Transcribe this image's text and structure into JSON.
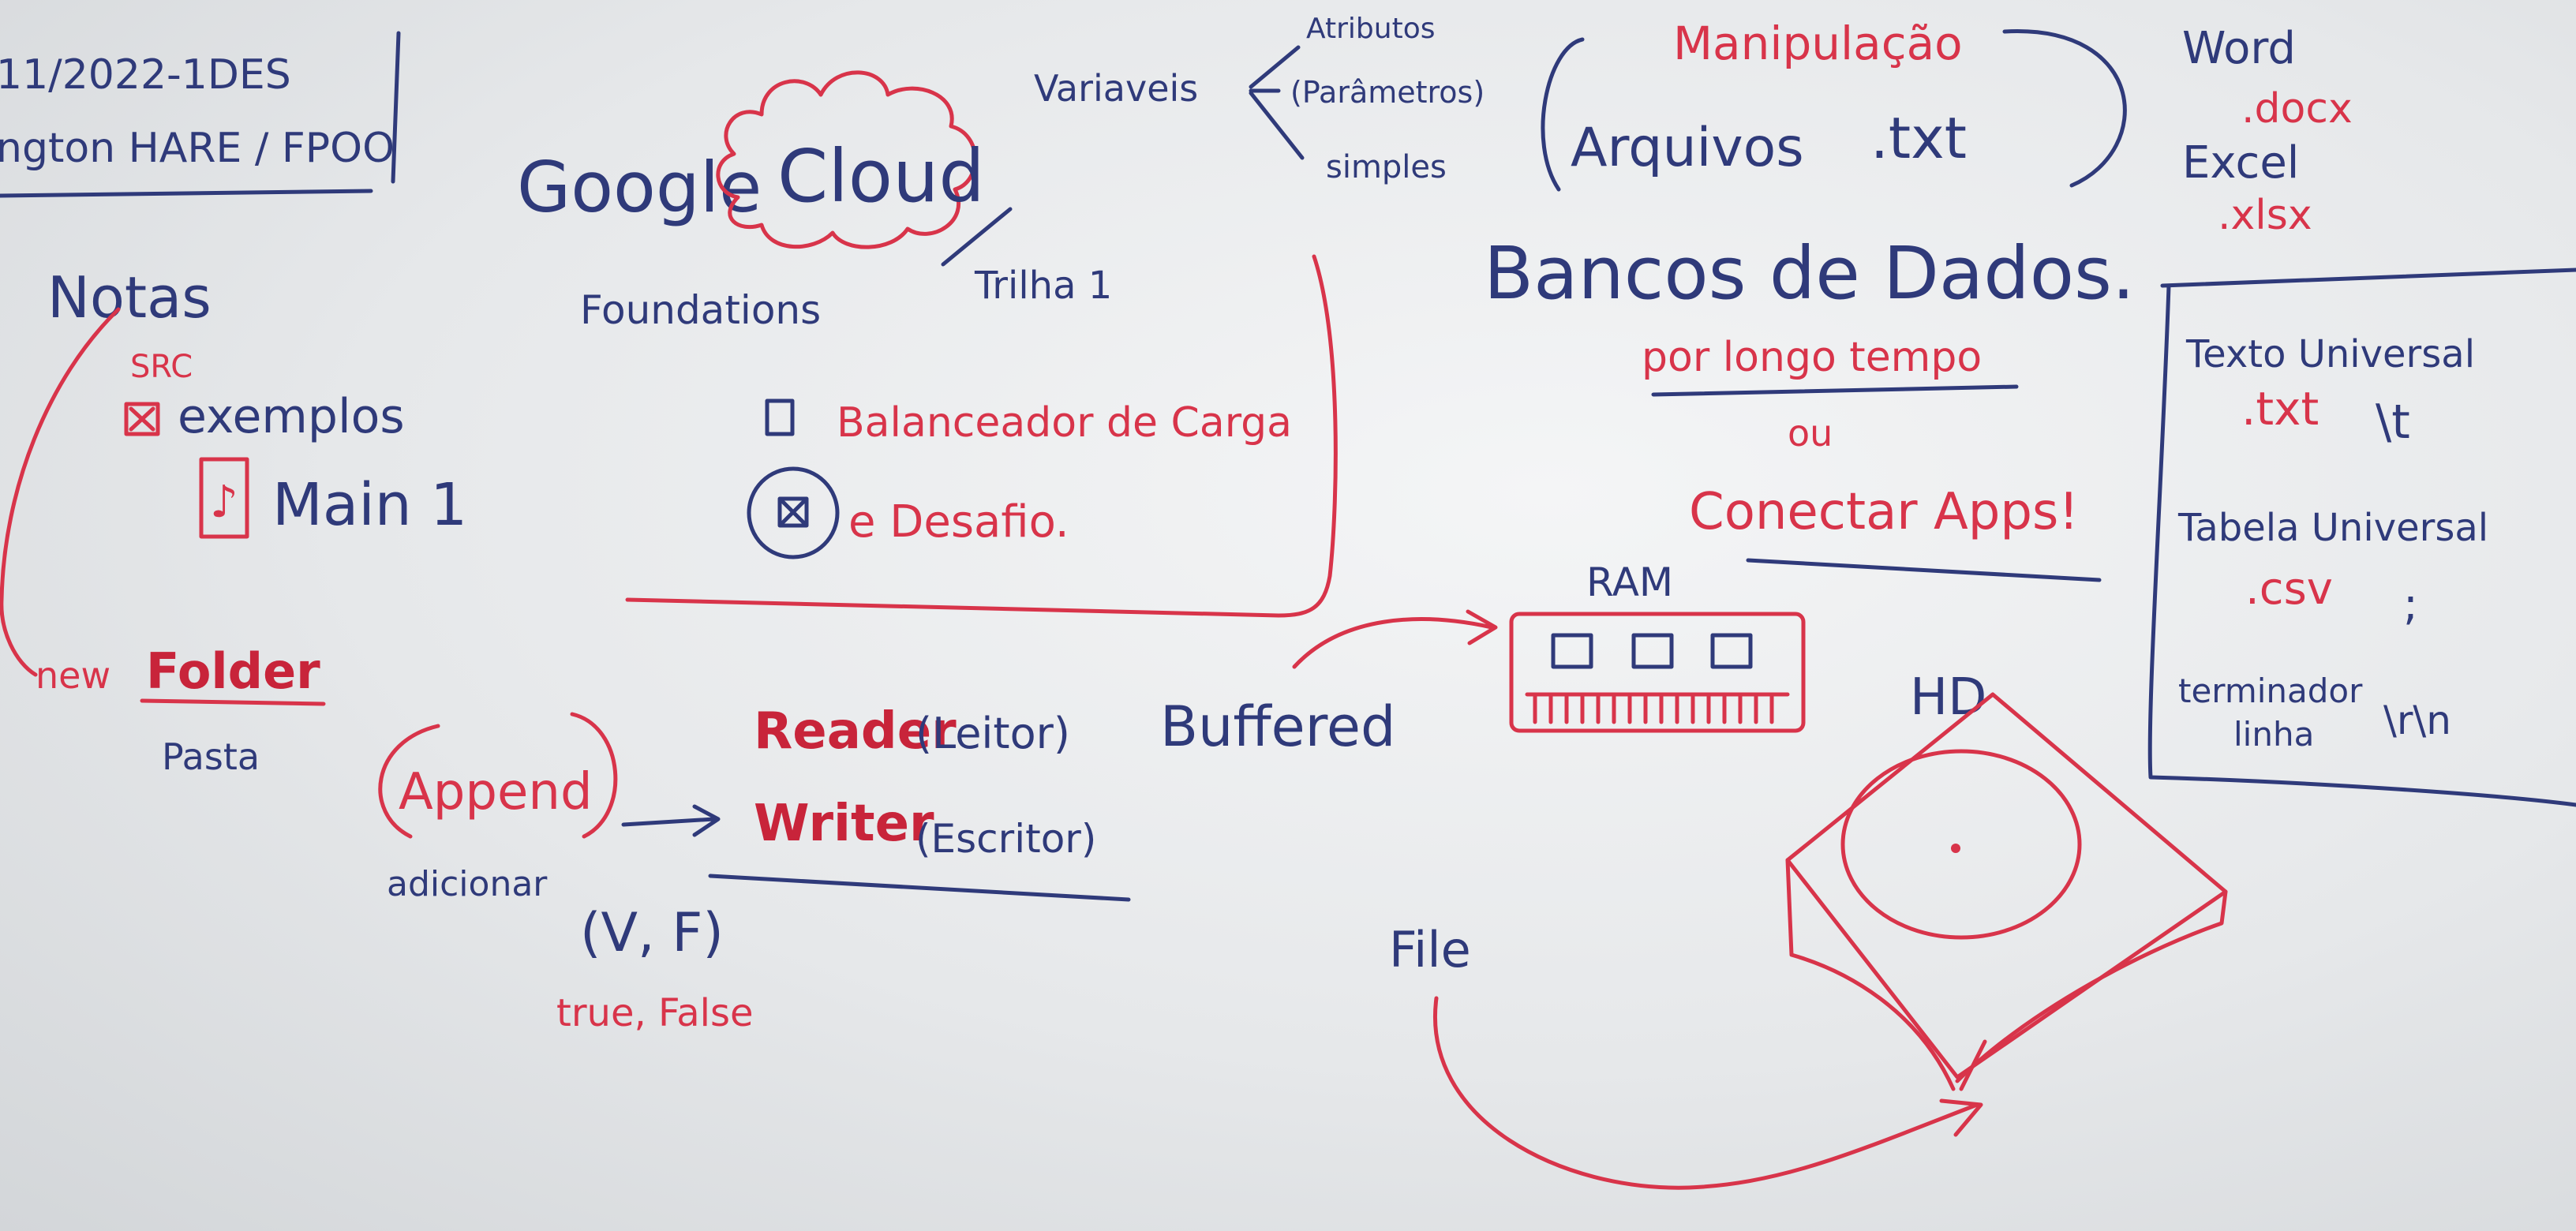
{
  "header": {
    "line1": "11/2022-1DES",
    "line2": "ngton HARE / FPOO"
  },
  "notes": {
    "title": "Notas",
    "src": "SRC",
    "exemplos": "exemplos",
    "main": "Main 1",
    "new": "new",
    "folder": "Folder",
    "pasta": "Pasta"
  },
  "google": {
    "google": "Google",
    "cloud": "Cloud",
    "foundations": "Foundations",
    "trilha": "Trilha 1",
    "balanceador": "Balanceador de Carga",
    "desafio": "e Desafio."
  },
  "variaveis": {
    "label": "Variaveis",
    "atributos": "Atributos",
    "parametros": "(Parâmetros)",
    "simples": "simples"
  },
  "arquivos": {
    "manipulacao": "Manipulação",
    "arquivos": "Arquivos",
    "txt": ".txt"
  },
  "office": {
    "word": "Word",
    "doc": ".docx",
    "excel": "Excel",
    "xls": ".xlsx"
  },
  "banco": {
    "title": "Bancos de Dados.",
    "longo": "por longo tempo",
    "ou": "ou",
    "conectar": "Conectar Apps!"
  },
  "formats": {
    "texto": "Texto Universal",
    "txt": ".txt",
    "tab": "\\t",
    "tabela": "Tabela Universal",
    "csv": ".csv",
    "semi": ";",
    "terminador": "terminador",
    "linha": "linha",
    "rn": "\\r\\n"
  },
  "streams": {
    "append": "Append",
    "adicionar": "adicionar",
    "vf": "(V, F)",
    "truefalse": "true, False",
    "reader": "Reader",
    "leitor": "(Leitor)",
    "writer": "Writer",
    "escritor": "(Escritor)",
    "buffered": "Buffered",
    "ram": "RAM",
    "hd": "HD",
    "file": "File"
  }
}
